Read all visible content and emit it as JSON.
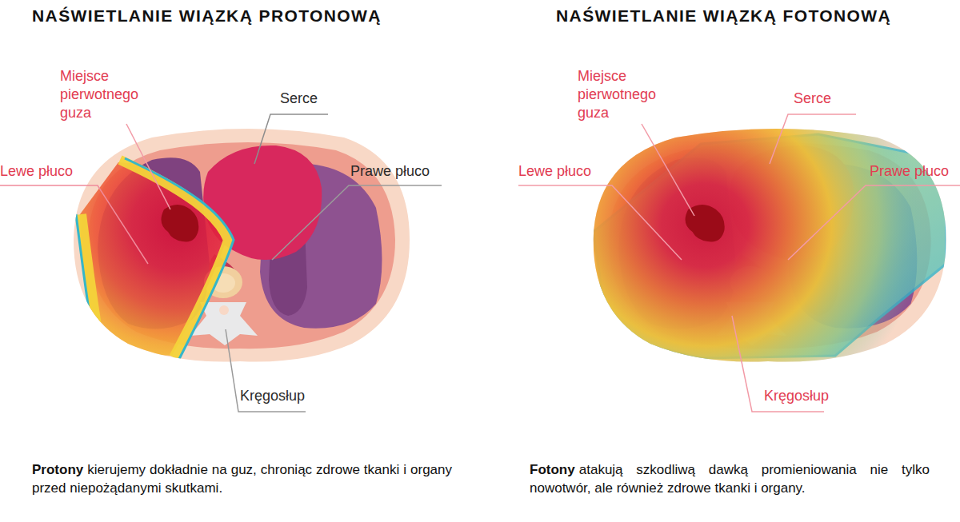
{
  "diagram": {
    "labels": [
      "NAŚWIETLANIE WIĄZKĄ PROTONOWĄ",
      "Miejsce pierwotnego guza",
      "Serce",
      "Lewe płuco",
      "Prawe płuco",
      "Kręgosłup",
      "Protony",
      "kierujemy dokładnie na guz, chroniąc zdrowe tkanki i organy przed niepożądanymi skutkami.",
      "NAŚWIETLANIE WIĄZKĄ FOTONOWĄ",
      "Miejsce pierwotnego guza",
      "Serce",
      "Lewe płuco",
      "Prawe płuco",
      "Kręgosłup",
      "Fotony",
      "atakują szkodliwą dawką promieniowania nie tylko nowotwór, ale również zdrowe tkanki i organy."
    ]
  }
}
